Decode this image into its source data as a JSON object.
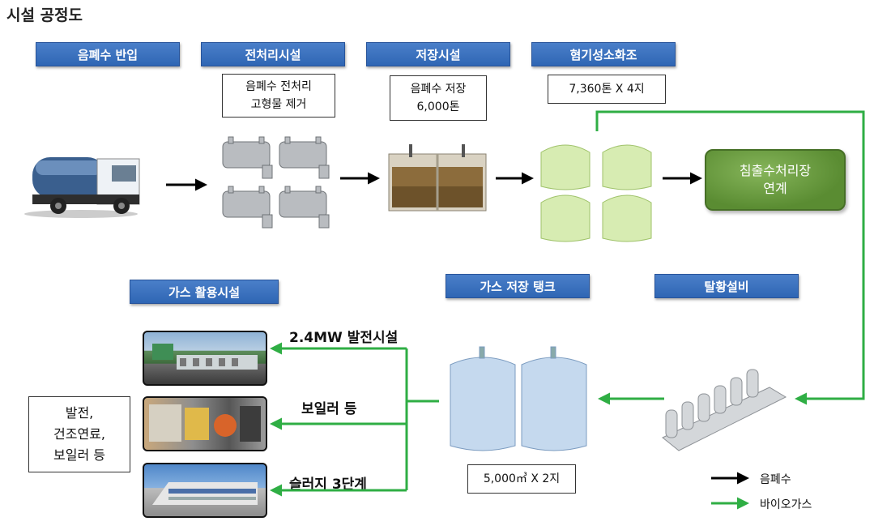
{
  "title": "시설 공정도",
  "stages": {
    "import": "음폐수 반입",
    "pretreat": "전처리시설",
    "storage": "저장시설",
    "digester": "혐기성소화조",
    "gas_use": "가스 활용시설",
    "gas_tank": "가스 저장 탱크",
    "desulfur": "탈황설비"
  },
  "notes": {
    "pretreat_line1": "음폐수 전처리",
    "pretreat_line2": "고형물 제거",
    "storage_line1": "음폐수 저장",
    "storage_line2": "6,000톤",
    "digester": "7,360톤 X 4지",
    "gas_tank": "5,000㎥ X 2지",
    "usage_line1": "발전,",
    "usage_line2": "건조연료,",
    "usage_line3": "보일러 등"
  },
  "leachate": {
    "line1": "침출수처리장",
    "line2": "연계"
  },
  "uses": {
    "power": "2.4MW 발전시설",
    "boiler": "보일러 등",
    "sludge": "슬러지 3단계"
  },
  "legend": {
    "wastewater": "음폐수",
    "biogas": "바이오가스"
  },
  "colors": {
    "header_blue": "#3a6fbd",
    "wastewater_arrow": "#000000",
    "biogas_arrow": "#2fae44",
    "leachate_green": "#5e9134"
  },
  "icons": [
    "truck-icon",
    "separator-machine-icon",
    "storage-tank-icon",
    "digester-tank-icon",
    "gas-tank-icon",
    "desulfurizer-icon"
  ]
}
